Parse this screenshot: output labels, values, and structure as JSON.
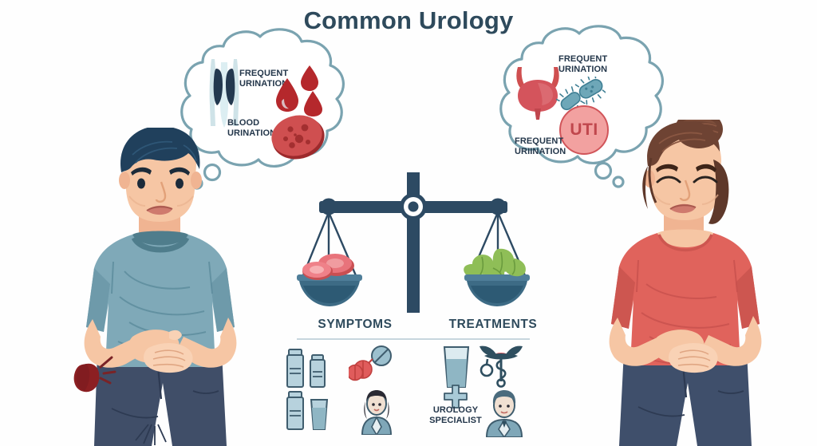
{
  "title": "Common Urology",
  "colors": {
    "title": "#2e4a5c",
    "bubble_stroke": "#7aa3b0",
    "label_text": "#23364a",
    "divider": "#c7d6de",
    "blood_red": "#b5282c",
    "uti_fill": "#f2a1a0",
    "uti_stroke": "#d1555a",
    "bacteria": "#5b93a8",
    "bladder": "#d4545c",
    "scale_dark": "#2d4a63",
    "scale_pan": "#3d6b85",
    "meat_red": "#e8737b",
    "veg_green": "#8fbe57",
    "man_shirt": "#7fa9b8",
    "man_pants": "#404e68",
    "man_hair": "#20405c",
    "woman_shirt": "#e0635c",
    "woman_hair": "#6e4333",
    "woman_pants": "#3f4f6b",
    "skin": "#f6c6a4",
    "icon_blue": "#8fb6c4",
    "icon_outline": "#3f5d6e",
    "kidney": "#8c1f22",
    "background": "#fefefe"
  },
  "bubbles": {
    "left": {
      "name": "left-thought-bubble",
      "labels": [
        {
          "id": "frequent",
          "text": "FREQUENT URINATION"
        },
        {
          "id": "blood",
          "text": "BLOOD URINATION"
        }
      ],
      "icons": [
        "urinary-tract-anatomy-icon",
        "blood-drops-icon",
        "blood-cell-blob-icon"
      ]
    },
    "right": {
      "name": "right-thought-bubble",
      "labels": [
        {
          "id": "frequent1",
          "text": "FREQUENT URINATION"
        },
        {
          "id": "frequent2",
          "text": "FREQUENT URIINATION"
        }
      ],
      "badge": "UTI",
      "icons": [
        "bladder-icon",
        "bacteria-icon",
        "uti-badge"
      ]
    }
  },
  "people": {
    "left": {
      "name": "man-with-abdominal-pain",
      "gender": "man"
    },
    "right": {
      "name": "woman-with-abdominal-pain",
      "gender": "woman"
    }
  },
  "scale": {
    "name": "balance-scale",
    "left_pan_contents": "red-meat",
    "right_pan_contents": "green-vegetables"
  },
  "columns": {
    "symptoms": {
      "heading": "SYMPTOMS",
      "icons": [
        "medicine-bottles-icon",
        "pills-capsules-icon",
        "medicine-bottle-and-glass-icon",
        "female-doctor-icon"
      ]
    },
    "treatments": {
      "heading": "TREATMENTS",
      "icons": [
        "glass-of-water-icon",
        "caduceus-icon",
        "medical-cross-icon",
        "male-doctor-icon"
      ],
      "label": "UROLOGY SPECIALIST"
    }
  }
}
